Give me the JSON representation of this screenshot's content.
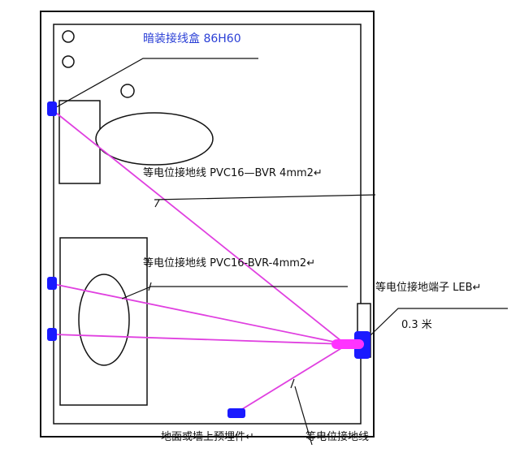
{
  "labels": {
    "junction_box": "暗装接线盒 86H60",
    "ground_wire_1": "等电位接地线 PVC16—BVR 4mm2↵",
    "ground_wire_2": "等电位接地线 PVC16-BVR-4mm2↵",
    "terminal": "等电位接地端子 LEB↵",
    "height": "0.3 米",
    "embedded": "地面或墙上预埋件↵",
    "ground_wire_3": "等电位接地线"
  },
  "colors": {
    "wire": "#e040e0",
    "box": "#1a1aff",
    "terminal_fill": "#ff33ff",
    "label_blue": "#2a3fd6",
    "outline": "#111111"
  }
}
